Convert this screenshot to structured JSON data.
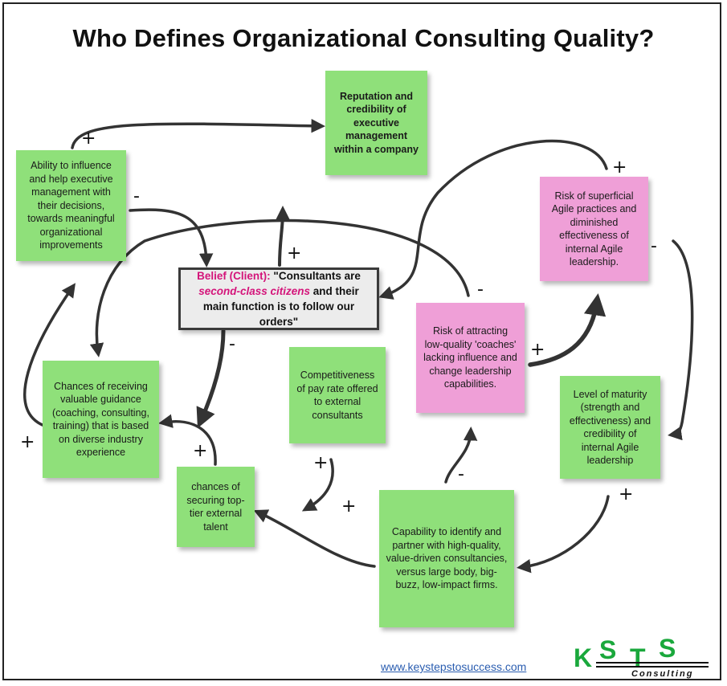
{
  "title": "Who Defines Organizational Consulting Quality?",
  "notes": {
    "reputation": "Reputation and credibility of executive management within a company",
    "ability": "Ability to influence and help executive management with their decisions, towards meaningful organizational improvements",
    "superficial": "Risk of superficial Agile practices and diminished effectiveness of internal Agile leadership.",
    "chances_guidance": "Chances of receiving valuable guidance (coaching, consulting, training) that is based on diverse industry experience",
    "competitiveness": "Competitiveness of pay rate offered to external consultants",
    "risk_coaches": "Risk of attracting low-quality 'coaches' lacking influence and change leadership capabilities.",
    "maturity": "Level of maturity (strength and effectiveness) and credibility of internal Agile leadership",
    "talent": "chances of securing top-tier external talent",
    "capability": "Capability to identify and partner with high-quality, value-driven consultancies, versus large body, big-buzz, low-impact firms."
  },
  "belief": {
    "prefix": "Belief (Client): ",
    "quote_start": "\"Consultants are",
    "emphasis": "second-class citizens",
    "quote_end": " and their main function is to follow our orders\""
  },
  "signs": {
    "ability_to_reputation": "+",
    "ability_to_belief": "-",
    "belief_up": "+",
    "belief_down": "-",
    "superficial_top": "+",
    "superficial_right": "-",
    "risk_coaches_top": "-",
    "risk_coaches_to_superficial": "+",
    "left_loop": "+",
    "talent_to_guidance": "+",
    "competitiveness_down": "+",
    "capability_to_talent": "+",
    "capability_to_risk": "-",
    "maturity_to_capability": "+"
  },
  "footer": {
    "website": "www.keystepstosuccess.com",
    "logo_letters": [
      "K",
      "S",
      "T",
      "S"
    ],
    "logo_sub": "Consulting"
  },
  "colors": {
    "note_green": "#8fe07a",
    "note_pink": "#ef9fd7",
    "belief_accent": "#d4147a",
    "arrow": "#333333",
    "logo_green": "#1aa83c"
  }
}
